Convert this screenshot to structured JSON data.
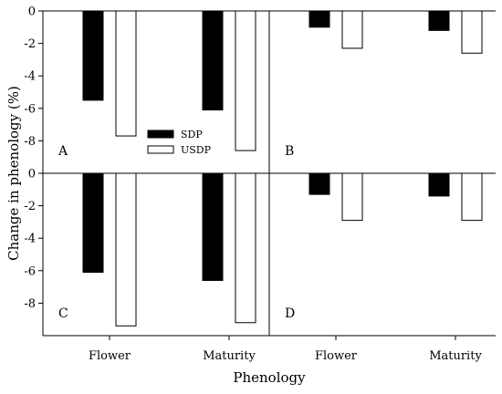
{
  "chart_data": {
    "type": "bar",
    "xlabel": "Phenology",
    "ylabel": "Change in phenology (%)",
    "categories": [
      "Flower",
      "Maturity"
    ],
    "ylim": [
      -10,
      0
    ],
    "yticks": [
      0,
      -2,
      -4,
      -6,
      -8
    ],
    "legend": {
      "placement": "inside-panel-A",
      "entries": [
        {
          "name": "SDP",
          "color": "#000000"
        },
        {
          "name": "USDP",
          "color": "#ffffff"
        }
      ]
    },
    "panels": [
      {
        "label": "A",
        "series": [
          {
            "name": "SDP",
            "values": [
              -5.5,
              -6.1
            ]
          },
          {
            "name": "USDP",
            "values": [
              -7.7,
              -8.6
            ]
          }
        ]
      },
      {
        "label": "B",
        "series": [
          {
            "name": "SDP",
            "values": [
              -1.0,
              -1.2
            ]
          },
          {
            "name": "USDP",
            "values": [
              -2.3,
              -2.6
            ]
          }
        ]
      },
      {
        "label": "C",
        "series": [
          {
            "name": "SDP",
            "values": [
              -6.1,
              -6.6
            ]
          },
          {
            "name": "USDP",
            "values": [
              -9.4,
              -9.2
            ]
          }
        ]
      },
      {
        "label": "D",
        "series": [
          {
            "name": "SDP",
            "values": [
              -1.3,
              -1.4
            ]
          },
          {
            "name": "USDP",
            "values": [
              -2.9,
              -2.9
            ]
          }
        ]
      }
    ]
  }
}
